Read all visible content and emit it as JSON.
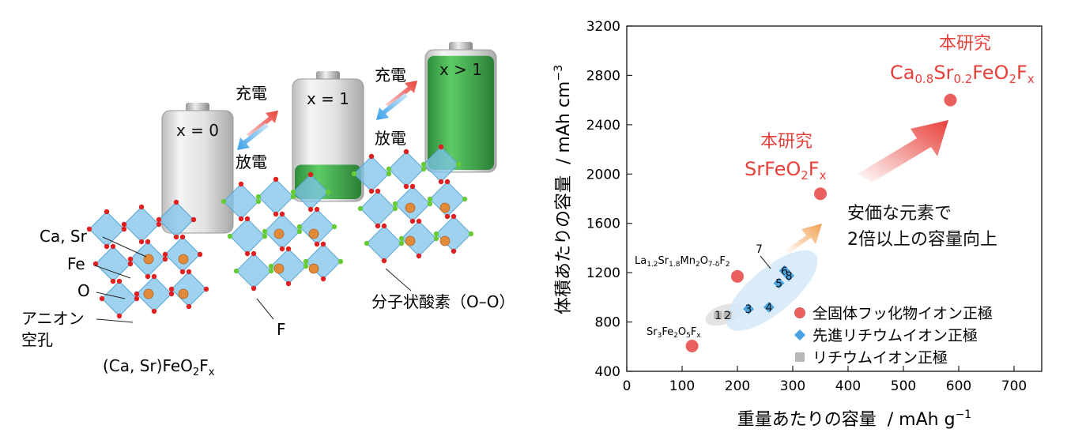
{
  "illustration": {
    "batteries": [
      {
        "label": "x = 0",
        "fill": 0.0
      },
      {
        "label": "x = 1",
        "fill": 0.3
      },
      {
        "label": "x > 1",
        "fill": 0.95
      }
    ],
    "charge_label": "充電",
    "discharge_label": "放電",
    "crystal_labels": {
      "ca_sr": "Ca, Sr",
      "fe": "Fe",
      "o": "O",
      "vacancy_line1": "アニオン",
      "vacancy_line2": "空孔",
      "f": "F",
      "molecular_oxygen": "分子状酸素（O–O）"
    },
    "formula": {
      "base": "(Ca, Sr)FeO",
      "sub1": "2",
      "mid": "F",
      "sub2": "x"
    },
    "colors": {
      "battery_green": "#3aa84a",
      "octahedron": "#7ec3ea",
      "oxygen": "#e02020",
      "fluorine": "#66cc33",
      "cation": "#e08a3a"
    }
  },
  "chart_data": {
    "type": "scatter",
    "xlabel": "重量あたりの容量",
    "xunit_main": "/ mAh g",
    "xunit_sup": "−1",
    "ylabel": "体積あたりの容量",
    "yunit_main": "/ mAh cm",
    "yunit_sup": "−3",
    "xlim": [
      0,
      750
    ],
    "ylim": [
      400,
      3200
    ],
    "xticks": [
      0,
      100,
      200,
      300,
      400,
      500,
      600,
      700
    ],
    "yticks": [
      400,
      800,
      1200,
      1600,
      2000,
      2400,
      2800,
      3200
    ],
    "series": [
      {
        "name": "全固体フッ化物イオン正極",
        "marker": "circle",
        "color": "#e9605f",
        "points": [
          {
            "x": 118,
            "y": 605,
            "label": "Sr3Fe2O5Fx"
          },
          {
            "x": 200,
            "y": 1170,
            "label": "La1.2Sr1.8Mn2O7-δF2"
          },
          {
            "x": 350,
            "y": 1840,
            "label": "SrFeO2Fx"
          },
          {
            "x": 585,
            "y": 2600,
            "label": "Ca0.8Sr0.2FeO2Fx"
          }
        ]
      },
      {
        "name": "先進リチウムイオン正極",
        "marker": "diamond",
        "color": "#4aa3df",
        "points": [
          {
            "x": 220,
            "y": 905,
            "label": "3"
          },
          {
            "x": 257,
            "y": 920,
            "label": "4"
          },
          {
            "x": 275,
            "y": 1115,
            "label": "5"
          },
          {
            "x": 285,
            "y": 1215,
            "label": "6"
          },
          {
            "x": 293,
            "y": 1175,
            "label": "8"
          }
        ]
      },
      {
        "name": "リチウムイオン正極",
        "marker": "square",
        "color": "#b8b8b8",
        "points": [
          {
            "x": 165,
            "y": 855,
            "label": "1"
          },
          {
            "x": 182,
            "y": 855,
            "label": "2"
          }
        ]
      }
    ],
    "point_labels": {
      "sr3": {
        "a": "Sr",
        "as": "3",
        "b": "Fe",
        "bs": "2",
        "c": "O",
        "cs": "5",
        "d": "F",
        "ds": "x"
      },
      "la": {
        "a": "La",
        "as": "1.2",
        "b": "Sr",
        "bs": "1.8",
        "c": "Mn",
        "cs": "2",
        "d": "O",
        "ds": "7-δ",
        "e": "F",
        "es": "2"
      },
      "num7": "7"
    },
    "annotations": {
      "this_work": "本研究",
      "srfeo_a": "SrFeO",
      "srfeo_as": "2",
      "srfeo_b": "F",
      "srfeo_bs": "x",
      "cafeo_a": "Ca",
      "cafeo_as": "0.8",
      "cafeo_b": "Sr",
      "cafeo_bs": "0.2",
      "cafeo_c": "FeO",
      "cafeo_cs": "2",
      "cafeo_d": "F",
      "cafeo_ds": "x",
      "cheap_line1": "安価な元素で",
      "cheap_line2": "2倍以上の容量向上"
    },
    "legend_position": "bottom-right",
    "annotation_color": "#e8403a"
  }
}
